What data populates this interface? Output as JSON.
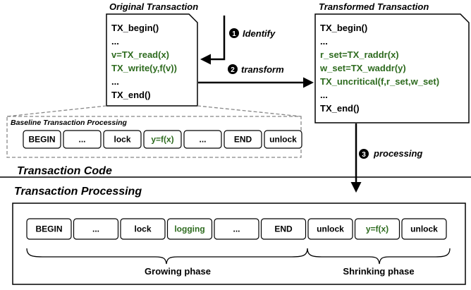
{
  "original": {
    "title": "Original Transaction",
    "lines": [
      {
        "text": "TX_begin()",
        "color": "#000000"
      },
      {
        "text": "...",
        "color": "#000000"
      },
      {
        "text": "v=TX_read(x)",
        "color": "#2e6b1f"
      },
      {
        "text": "TX_write(y,f(v))",
        "color": "#2e6b1f"
      },
      {
        "text": "...",
        "color": "#000000"
      },
      {
        "text": "TX_end()",
        "color": "#000000"
      }
    ]
  },
  "transformed": {
    "title": "Transformed Transaction",
    "lines": [
      {
        "text": "TX_begin()",
        "color": "#000000"
      },
      {
        "text": "...",
        "color": "#000000"
      },
      {
        "text": "r_set=TX_raddr(x)",
        "color": "#2e6b1f"
      },
      {
        "text": "w_set=TX_waddr(y)",
        "color": "#2e6b1f"
      },
      {
        "text": "TX_uncritical(f,r_set,w_set)",
        "color": "#2e6b1f"
      },
      {
        "text": "...",
        "color": "#000000"
      },
      {
        "text": "TX_end()",
        "color": "#000000"
      }
    ]
  },
  "steps": [
    {
      "number": "1",
      "label": "Identify"
    },
    {
      "number": "2",
      "label": "transform"
    },
    {
      "number": "3",
      "label": "processing"
    }
  ],
  "baseline": {
    "title": "Baseline Transaction Processing",
    "cells": [
      {
        "text": "BEGIN",
        "color": "#000000"
      },
      {
        "text": "...",
        "color": "#000000"
      },
      {
        "text": "lock",
        "color": "#000000"
      },
      {
        "text": "y=f(x)",
        "color": "#2e6b1f"
      },
      {
        "text": "...",
        "color": "#000000"
      },
      {
        "text": "END",
        "color": "#000000"
      },
      {
        "text": "unlock",
        "color": "#000000"
      }
    ]
  },
  "sections": {
    "code": "Transaction Code",
    "processing": "Transaction Processing"
  },
  "pipeline": {
    "cells": [
      {
        "text": "BEGIN",
        "color": "#000000"
      },
      {
        "text": "...",
        "color": "#000000"
      },
      {
        "text": "lock",
        "color": "#000000"
      },
      {
        "text": "logging",
        "color": "#2e6b1f"
      },
      {
        "text": "...",
        "color": "#000000"
      },
      {
        "text": "END",
        "color": "#000000"
      },
      {
        "text": "unlock",
        "color": "#000000"
      },
      {
        "text": "y=f(x)",
        "color": "#2e6b1f"
      },
      {
        "text": "unlock",
        "color": "#000000"
      }
    ],
    "phases": [
      "Growing phase",
      "Shrinking phase"
    ]
  }
}
